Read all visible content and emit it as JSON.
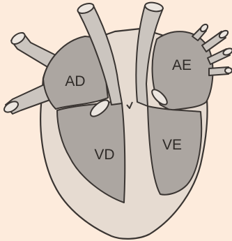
{
  "labels": {
    "right_atrium": "AD",
    "left_atrium": "AE",
    "right_ventricle": "VD",
    "left_ventricle": "VE"
  },
  "colors": {
    "background": "#fdebdc",
    "heart_wall": "#e6dbd1",
    "chamber_fill": "#aca6a1",
    "vessel_fill": "#cbc5bf",
    "valve_fill": "#ece6e0",
    "outline": "#3a3532"
  }
}
